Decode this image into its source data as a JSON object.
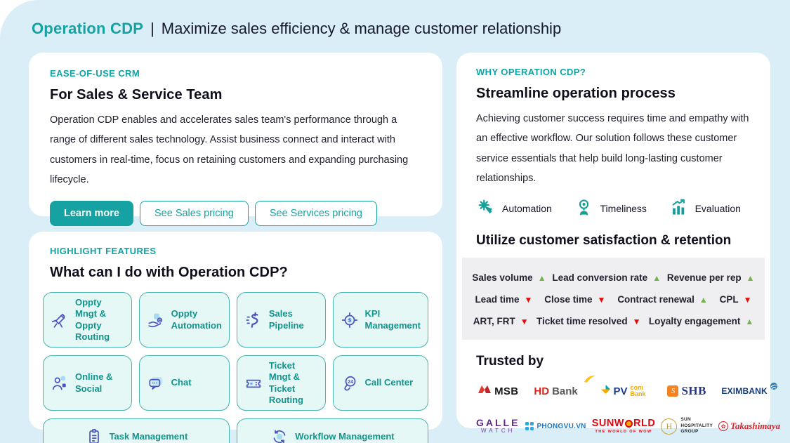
{
  "header": {
    "brand": "Operation CDP",
    "separator": "|",
    "tagline": "Maximize sales efficiency & manage customer relationship"
  },
  "colors": {
    "accent_teal": "#16a2a2",
    "page_bg": "#d9eef6",
    "chip_bg": "#e6f8f5",
    "chip_border": "#48b5ae",
    "icon_indigo": "#4a52c4",
    "trend_up_green": "#74b24c",
    "trend_down_red": "#e80b0b",
    "metrics_bg": "#efeff1"
  },
  "crm_card": {
    "eyebrow": "EASE-OF-USE CRM",
    "title": "For Sales & Service Team",
    "body": "Operation CDP enables and accelerates sales team's performance through a range of different sales technology. Assist business connect and interact with customers in real-time, focus on retaining customers and expanding purchasing lifecycle.",
    "buttons": {
      "learn_more": "Learn more",
      "sales_pricing": "See Sales pricing",
      "services_pricing": "See Services pricing"
    }
  },
  "features_card": {
    "eyebrow": "HIGHLIGHT FEATURES",
    "title": "What can I do with Operation CDP?",
    "items": [
      {
        "label": "Oppty Mngt & Oppty Routing",
        "icon": "dart-route-icon"
      },
      {
        "label": "Oppty Automation",
        "icon": "hand-coin-icon"
      },
      {
        "label": "Sales Pipeline",
        "icon": "dollar-pipeline-icon"
      },
      {
        "label": "KPI Management",
        "icon": "target-dollar-icon"
      },
      {
        "label": "Online & Social",
        "icon": "person-social-icon"
      },
      {
        "label": "Chat",
        "icon": "chat-bubble-icon"
      },
      {
        "label": "Ticket Mngt  & Ticket Routing",
        "icon": "ticket-icon"
      },
      {
        "label": "Call Center",
        "icon": "headset-24-icon"
      },
      {
        "label": "Task Management",
        "icon": "clipboard-icon"
      },
      {
        "label": "Workflow Management",
        "icon": "workflow-loop-icon"
      }
    ]
  },
  "why_card": {
    "eyebrow": "WHY OPERATION CDP?",
    "title": "Streamline operation process",
    "body": "Achieving customer success requires time and empathy with an effective workflow. Our solution follows these customer service essentials that help build long-lasting customer relationships.",
    "essentials": [
      {
        "label": "Automation",
        "icon": "gear-hand-icon"
      },
      {
        "label": "Timeliness",
        "icon": "person-target-icon"
      },
      {
        "label": "Evaluation",
        "icon": "bar-chart-growth-icon"
      }
    ],
    "retention": {
      "title": "Utilize customer satisfaction & retention",
      "rows": [
        [
          {
            "label": "Sales volume",
            "arrow": "▲",
            "trend": "up"
          },
          {
            "label": "Lead conversion rate",
            "arrow": "▲",
            "trend": "up"
          },
          {
            "label": "Revenue per rep",
            "arrow": "▲",
            "trend": "up"
          }
        ],
        [
          {
            "label": "Lead time",
            "arrow": "▼",
            "trend": "down"
          },
          {
            "label": "Close time",
            "arrow": "▼",
            "trend": "down"
          },
          {
            "label": "Contract renewal",
            "arrow": "▲",
            "trend": "up"
          },
          {
            "label": "CPL",
            "arrow": "▼",
            "trend": "down"
          }
        ],
        [
          {
            "label": "ART, FRT",
            "arrow": "▼",
            "trend": "down"
          },
          {
            "label": "Ticket time resolved",
            "arrow": "▼",
            "trend": "down"
          },
          {
            "label": "Loyalty engagement",
            "arrow": "▲",
            "trend": "up"
          }
        ]
      ]
    },
    "trusted": {
      "title": "Trusted by",
      "logos": {
        "msb": {
          "text": "MSB"
        },
        "hdbank": {
          "part1": "HD",
          "part2": "Bank"
        },
        "pvcombank": {
          "part1": "PV",
          "part2": "com",
          "part3": "Bank"
        },
        "shb": {
          "mark": "S",
          "text": "SHB"
        },
        "eximbank": {
          "text": "EXIMBANK"
        },
        "galle": {
          "part1": "GALLE",
          "part2": "WATCH"
        },
        "phongvu": {
          "text": "PHONGVU.VN"
        },
        "sunworld": {
          "part1": "SUNW",
          "part2": "RLD",
          "tagline": "THE WORLD OF WOW"
        },
        "sunhospitality": {
          "mark": "H",
          "line1": "SUN",
          "line2": "HOSPITALITY",
          "line3": "GROUP"
        },
        "takashimaya": {
          "mark": "✿",
          "text": "Takashimaya"
        }
      }
    }
  }
}
